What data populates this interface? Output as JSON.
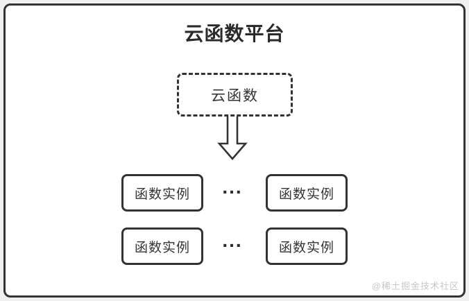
{
  "page": {
    "title": "云函数平台",
    "watermark": "@稀土掘金技术社区"
  },
  "diagram": {
    "cloud_function": {
      "label": "云函数"
    },
    "arrow_icon": "down-arrow-icon",
    "rows": [
      {
        "left_label": "函数实例",
        "separator": "...",
        "right_label": "函数实例"
      },
      {
        "left_label": "函数实例",
        "separator": "...",
        "right_label": "函数实例"
      }
    ]
  },
  "colors": {
    "border": "#333333",
    "title_text": "#2b2b2b",
    "node_text": "#333333",
    "canvas_background": "#ffffff",
    "page_background": "#f0f0f0",
    "watermark_text": "#c8c8c8"
  }
}
